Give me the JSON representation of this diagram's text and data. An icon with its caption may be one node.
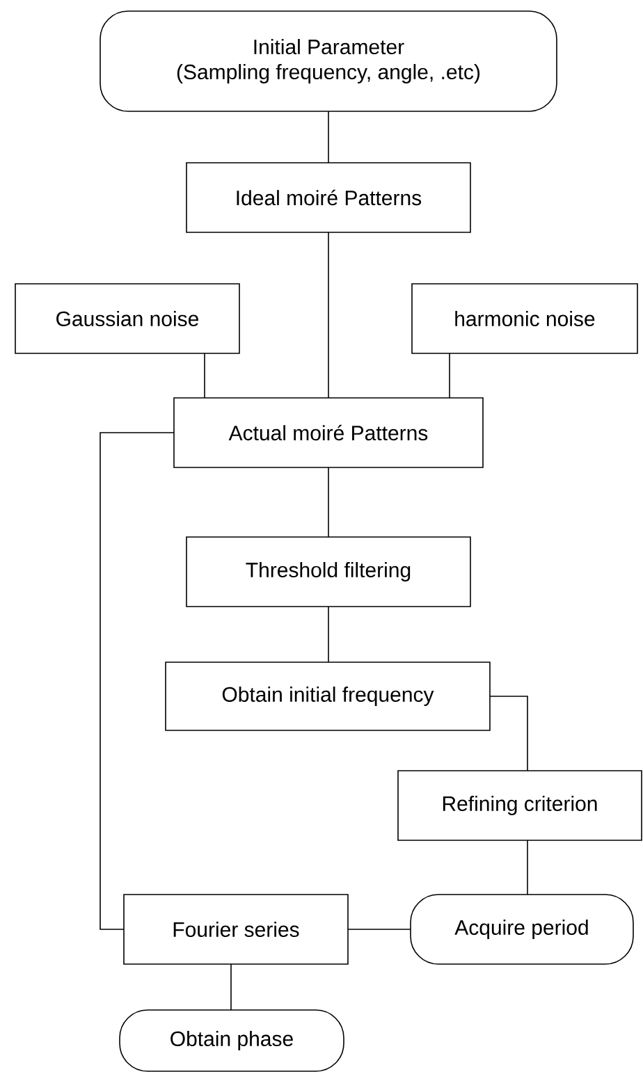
{
  "diagram": {
    "nodes": [
      {
        "text": [
          "Initial Parameter",
          "(Sampling frequency, angle, .etc)"
        ]
      },
      {
        "text": [
          "Ideal moiré Patterns"
        ]
      },
      {
        "text": [
          "Gaussian noise"
        ]
      },
      {
        "text": [
          "harmonic noise"
        ]
      },
      {
        "text": [
          "Actual moiré Patterns"
        ]
      },
      {
        "text": [
          "Threshold filtering"
        ]
      },
      {
        "text": [
          "Obtain initial frequency"
        ]
      },
      {
        "text": [
          "Refining criterion"
        ]
      },
      {
        "text": [
          "Fourier series"
        ]
      },
      {
        "text": [
          "Acquire period"
        ]
      },
      {
        "text": [
          "Obtain phase"
        ]
      }
    ],
    "edges": [
      {
        "from": 0,
        "to": 1,
        "arrow": "none"
      },
      {
        "from": 1,
        "to": 4,
        "arrow": "none"
      },
      {
        "from": 2,
        "to": 4,
        "arrow": "none"
      },
      {
        "from": 3,
        "to": 4,
        "arrow": "none"
      },
      {
        "from": 4,
        "to": 5,
        "arrow": "none"
      },
      {
        "from": 4,
        "to": 8,
        "arrow": "none"
      },
      {
        "from": 5,
        "to": 6,
        "arrow": "none"
      },
      {
        "from": 6,
        "to": 7,
        "arrow": "none"
      },
      {
        "from": 7,
        "to": 9,
        "arrow": "none"
      },
      {
        "from": 9,
        "to": 8,
        "arrow": "none"
      },
      {
        "from": 8,
        "to": 10,
        "arrow": "none"
      }
    ]
  }
}
